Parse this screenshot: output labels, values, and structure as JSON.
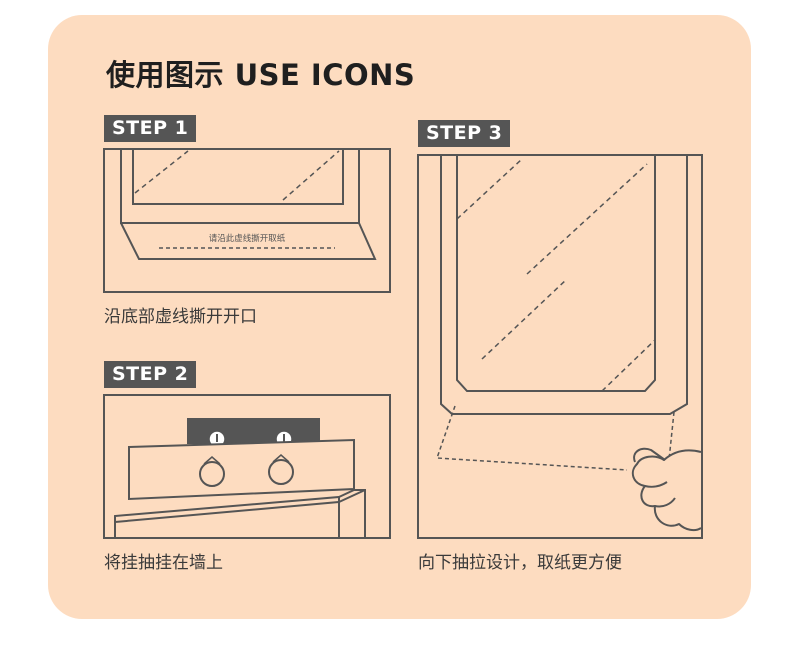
{
  "title": "使用图示 USE ICONS",
  "steps": [
    {
      "label": "STEP 1",
      "caption": "沿底部虚线撕开开口",
      "inner_text": "请沿此虚线撕开取纸"
    },
    {
      "label": "STEP 2",
      "caption": "将挂抽挂在墙上"
    },
    {
      "label": "STEP 3",
      "caption": "向下抽拉设计，取纸更方便"
    }
  ],
  "colors": {
    "card_background": "#fddcc0",
    "badge_background": "#555555",
    "line": "#555555"
  }
}
